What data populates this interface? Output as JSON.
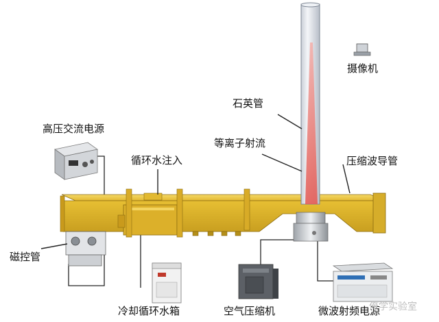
{
  "labels": {
    "camera": "摄像机",
    "quartz_tube": "石英管",
    "hv_power": "高压交流电源",
    "plasma_jet": "等离子射流",
    "water_inlet": "循环水注入",
    "waveguide": "压缩波导管",
    "magnetron": "磁控管",
    "chiller": "冷却循环水箱",
    "compressor": "空气压缩机",
    "microwave_power": "微波射频电源"
  },
  "watermark": "俺学实验室",
  "colors": {
    "waveguide_yellow": "#e9c23a",
    "waveguide_shadow": "#b8921c",
    "plasma": "#e8706a",
    "quartz": "#dfe4ea",
    "wire": "#222222"
  }
}
